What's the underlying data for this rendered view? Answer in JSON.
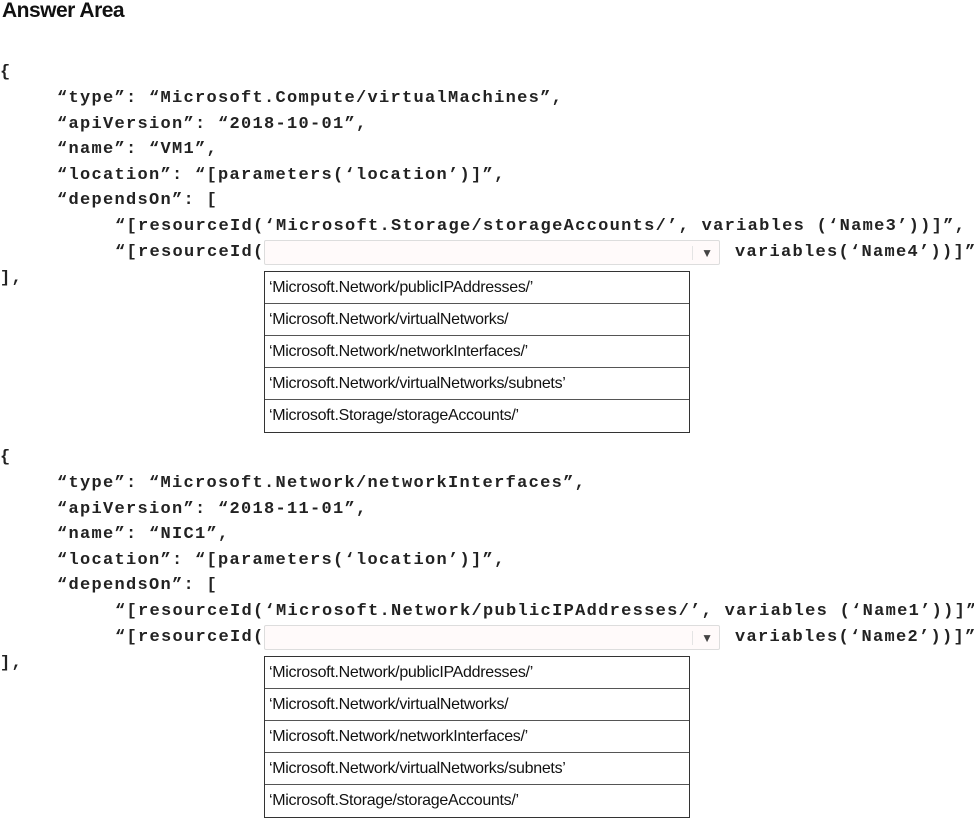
{
  "title": "Answer Area",
  "blocks": [
    {
      "open": "{",
      "lines": [
        "“type”: “Microsoft.Compute/virtualMachines”,",
        "“apiVersion”: “2018-10-01”,",
        "“name”: “VM1”,",
        "“location”: “[parameters(‘location’)]”,",
        "“dependsOn”: ["
      ],
      "dep1": "“[resourceId(‘Microsoft.Storage/storageAccounts/’, variables (‘Name3’))]”,",
      "dep2_prefix": "“[resourceId(",
      "dep2_suffix": "variables(‘Name4’))]”",
      "close": "],",
      "selected": "",
      "options": [
        "‘Microsoft.Network/publicIPAddresses/’",
        "‘Microsoft.Network/virtualNetworks/",
        "‘Microsoft.Network/networkInterfaces/’",
        "‘Microsoft.Network/virtualNetworks/subnets’",
        "‘Microsoft.Storage/storageAccounts/’"
      ]
    },
    {
      "open": "{",
      "lines": [
        "“type”: “Microsoft.Network/networkInterfaces”,",
        "“apiVersion”: “2018-11-01”,",
        "“name”: “NIC1”,",
        "“location”: “[parameters(‘location’)]”,",
        "“dependsOn”: ["
      ],
      "dep1": "“[resourceId(‘Microsoft.Network/publicIPAddresses/’, variables (‘Name1’))]”,",
      "dep2_prefix": "“[resourceId(",
      "dep2_suffix": "variables(‘Name2’))]”",
      "close": "],",
      "selected": "",
      "options": [
        "‘Microsoft.Network/publicIPAddresses/’",
        "‘Microsoft.Network/virtualNetworks/",
        "‘Microsoft.Network/networkInterfaces/’",
        "‘Microsoft.Network/virtualNetworks/subnets’",
        "‘Microsoft.Storage/storageAccounts/’"
      ]
    }
  ]
}
